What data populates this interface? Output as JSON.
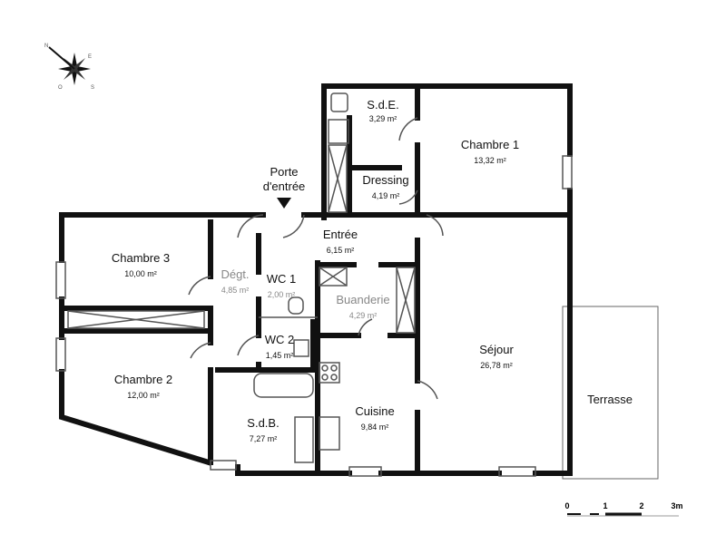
{
  "compass": {
    "letters": [
      "N",
      "E",
      "S",
      "O"
    ]
  },
  "entrance": {
    "label_line1": "Porte",
    "label_line2": "d'entrée"
  },
  "rooms": [
    {
      "name": "S.d.E.",
      "area": "3,29 m²"
    },
    {
      "name": "Chambre 1",
      "area": "13,32 m²"
    },
    {
      "name": "Dressing",
      "area": "4,19 m²"
    },
    {
      "name": "Entrée",
      "area": "6,15 m²"
    },
    {
      "name": "Chambre 3",
      "area": "10,00 m²"
    },
    {
      "name": "Dégt.",
      "area": "4,85 m²"
    },
    {
      "name": "WC 1",
      "area": "2,00 m²"
    },
    {
      "name": "Buanderie",
      "area": "4,29 m²"
    },
    {
      "name": "WC 2",
      "area": "1,45 m²"
    },
    {
      "name": "Séjour",
      "area": "26,78 m²"
    },
    {
      "name": "Chambre 2",
      "area": "12,00 m²"
    },
    {
      "name": "Cuisine",
      "area": "9,84 m²"
    },
    {
      "name": "S.d.B.",
      "area": "7,27 m²"
    },
    {
      "name": "Terrasse",
      "area": ""
    }
  ],
  "scale": {
    "ticks": [
      "0",
      "1",
      "2",
      "3m"
    ]
  }
}
